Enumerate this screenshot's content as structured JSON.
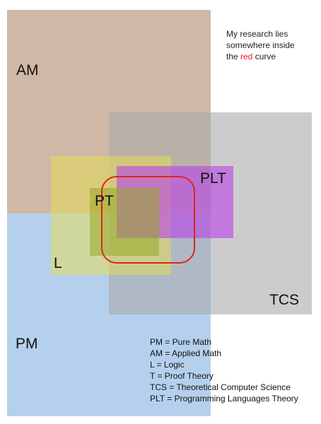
{
  "diagram": {
    "regions": {
      "am": {
        "label": "AM",
        "color": "#cfb8a5"
      },
      "pm": {
        "label": "PM",
        "color": "#b5d0ed"
      },
      "tcs": {
        "label": "TCS",
        "color": "#aaaaaa"
      },
      "l": {
        "label": "L",
        "color": "#e6dc5a"
      },
      "plt": {
        "label": "PLT",
        "color": "#b946e6"
      },
      "pt": {
        "label": "PT",
        "color": "#96aa28"
      }
    },
    "curve_color": "#e0231c"
  },
  "note": {
    "line1": "My research lies",
    "line2": "somewhere inside",
    "line3_prefix": "the ",
    "line3_highlight": "red",
    "line3_suffix": " curve"
  },
  "legend": {
    "items": [
      "PM = Pure Math",
      "AM = Applied Math",
      "L = Logic",
      "T = Proof Theory",
      "TCS = Theoretical Computer Science",
      "PLT = Programming Languages Theory"
    ]
  }
}
